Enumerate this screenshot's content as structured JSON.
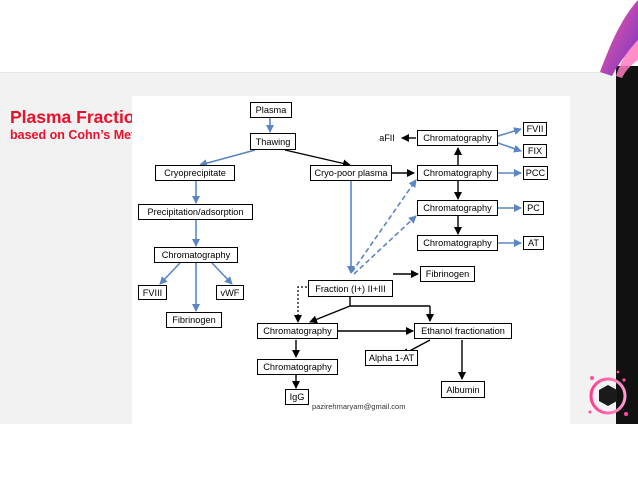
{
  "slide": {
    "title": "Plasma Fractionation",
    "subtitle": "based on Cohn’s Method",
    "email": "pazirehmaryam@gmail.com"
  },
  "diagram": {
    "nodes": {
      "plasma": "Plasma",
      "thawing": "Thawing",
      "cryoprecipitate": "Cryoprecipitate",
      "cryo_poor_plasma": "Cryo-poor plasma",
      "precipitation_adsorption": "Precipitation/adsorption",
      "chromatography_left": "Chromatography",
      "fviii": "FVIII",
      "vwf": "vWF",
      "fibrinogen_left": "Fibrinogen",
      "afii": "aFII",
      "chromatography_r1": "Chromatography",
      "fvii": "FVII",
      "fix": "FIX",
      "chromatography_r2": "Chromatography",
      "pcc": "PCC",
      "chromatography_r3": "Chromatography",
      "pc": "PC",
      "chromatography_r4": "Chromatography",
      "at": "AT",
      "fibrinogen_mid": "Fibrinogen",
      "fraction_i_ii_iii": "Fraction (I+) II+III",
      "chromatography_m1": "Chromatography",
      "ethanol_fractionation": "Ethanol fractionation",
      "alpha1_at": "Alpha 1-AT",
      "chromatography_m2": "Chromatography",
      "albumin": "Albumin",
      "igg": "IgG"
    }
  },
  "colors": {
    "title": "#e8102a",
    "blue_arrow": "#5b86c4",
    "black_arrow": "#000000",
    "band": "#f2f2f2"
  }
}
